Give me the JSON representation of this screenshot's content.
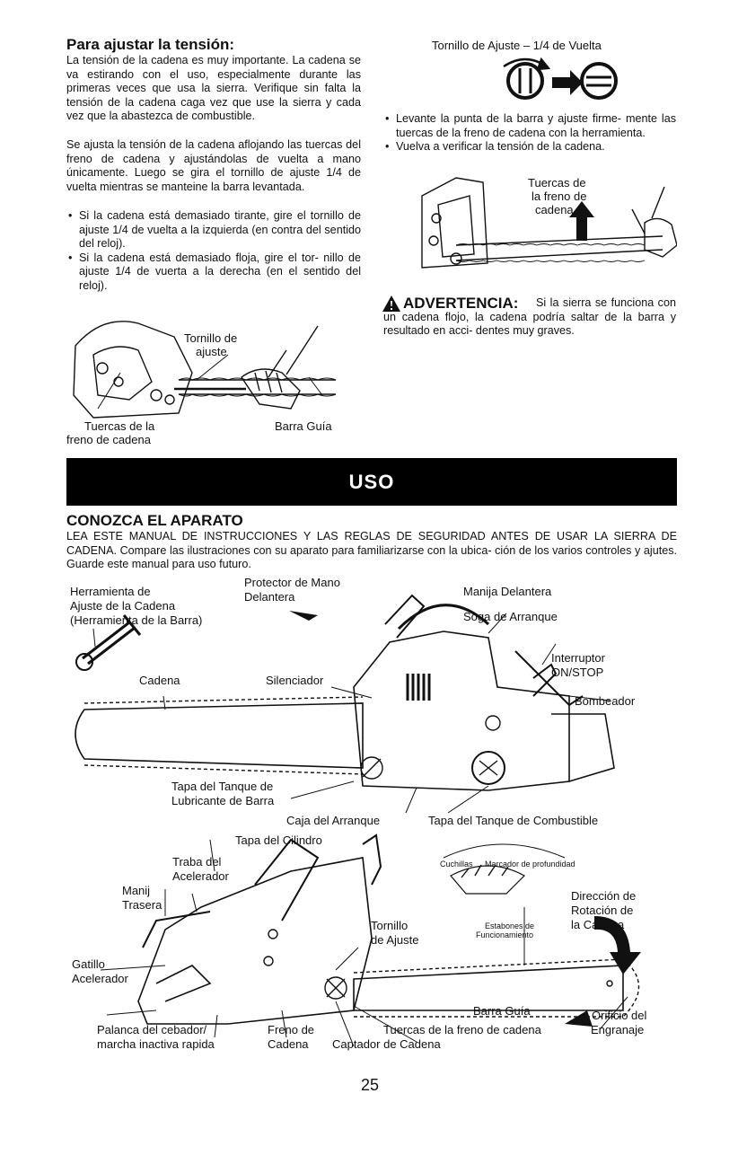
{
  "tension": {
    "title": "Para ajustar la tensión:",
    "p1": "La tensión de la cadena es muy importante. La cadena se va estirando con el uso, especialmente durante las primeras veces que usa la sierra. Verifique sin falta la tensión de la cadena caga vez que use la sierra y cada vez que la abastezca de combustible.",
    "p2": "Se ajusta la tensión de la cadena aflojando las tuercas del freno de cadena y ajustándolas de vuelta a mano únicamente. Luego se gira el tornillo de ajuste 1/4 de vuelta mientras se manteine la barra levantada.",
    "b1": "Si la cadena está demasiado tirante, gire el tornillo de ajuste 1/4 de vuelta a la izquierda (en contra del sentido del reloj).",
    "b2": "Si la cadena está demasiado floja, gire el tor- nillo de ajuste 1/4 de vuerta a la derecha (en el sentido del reloj).",
    "fig1": {
      "screw_l1": "Tornillo de",
      "screw_l2": "ajuste",
      "nuts_l1": "Tuercas de la",
      "nuts_l2": "freno de cadena",
      "bar": "Barra Guía"
    }
  },
  "right": {
    "quarter_turn": "Tornillo de Ajuste – 1/4 de Vuelta",
    "b1": "Levante la punta de la barra y ajuste firme- mente las tuercas de la freno de cadena con la herramienta.",
    "b2": "Vuelva a verificar la tensión de la cadena.",
    "fig2_l1": "Tuercas de",
    "fig2_l2": "la freno de",
    "fig2_l3": "cadena",
    "warning_head": "ADVERTENCIA:",
    "warning_text": "Si la sierra se funciona con un cadena flojo, la cadena podría saltar de la barra y resultado en acci- dentes muy graves."
  },
  "banner": "USO",
  "know": {
    "title": "CONOZCA EL APARATO",
    "p1": "LEA ESTE MANUAL DE INSTRUCCIONES Y LAS REGLAS DE SEGURIDAD ANTES DE USAR LA SIERRA DE CADENA. Compare las ilustraciones con su aparato para familiarizarse con la ubica- ción de los varios controles y ajutes. Guarde este manual para uso futuro."
  },
  "diagram1": {
    "tool_l1": "Herramienta de",
    "tool_l2": "Ajuste de la Cadena",
    "tool_l3": "(Herramienta de la Barra)",
    "guard_l1": "Protector de Mano",
    "guard_l2": "Delantera",
    "front_handle": "Manija Delantera",
    "starter_rope": "Soga de Arranque",
    "switch_l1": "Interruptor",
    "switch_l2": "ON/STOP",
    "pump": "Bombeador",
    "chain": "Cadena",
    "muffler": "Silenciador",
    "oil_l1": "Tapa del Tanque de",
    "oil_l2": "Lubricante de Barra",
    "starter_housing": "Caja del Arranque",
    "fuel_cap": "Tapa del Tanque de Combustible"
  },
  "diagram2": {
    "cyl_cover": "Tapa del Cilindro",
    "lock_l1": "Traba del",
    "lock_l2": "Acelerador",
    "rear_l1": "Manij",
    "rear_l2": "Trasera",
    "trigger_l1": "Gatillo",
    "trigger_l2": "Acelerador",
    "choke_l1": "Palanca del cebador/",
    "choke_l2": "marcha inactiva rapida",
    "brake_l1": "Freno de",
    "brake_l2": "Cadena",
    "screw_l1": "Tornillo",
    "screw_l2": "de Ajuste",
    "cutters": "Cuchillas",
    "depth_gauge": "Marcador de profundidad",
    "drive_l1": "Estabones de",
    "drive_l2": "Funcionamiento",
    "direction_l1": "Dirección de",
    "direction_l2": "Rotación de",
    "direction_l3": "la Cadena",
    "bar": "Barra Guía",
    "nuts": "Tuercas de la freno de cadena",
    "catcher": "Captador de Cadena",
    "sprocket_l1": "Orificio del",
    "sprocket_l2": "Engranaje"
  },
  "page_number": "25"
}
